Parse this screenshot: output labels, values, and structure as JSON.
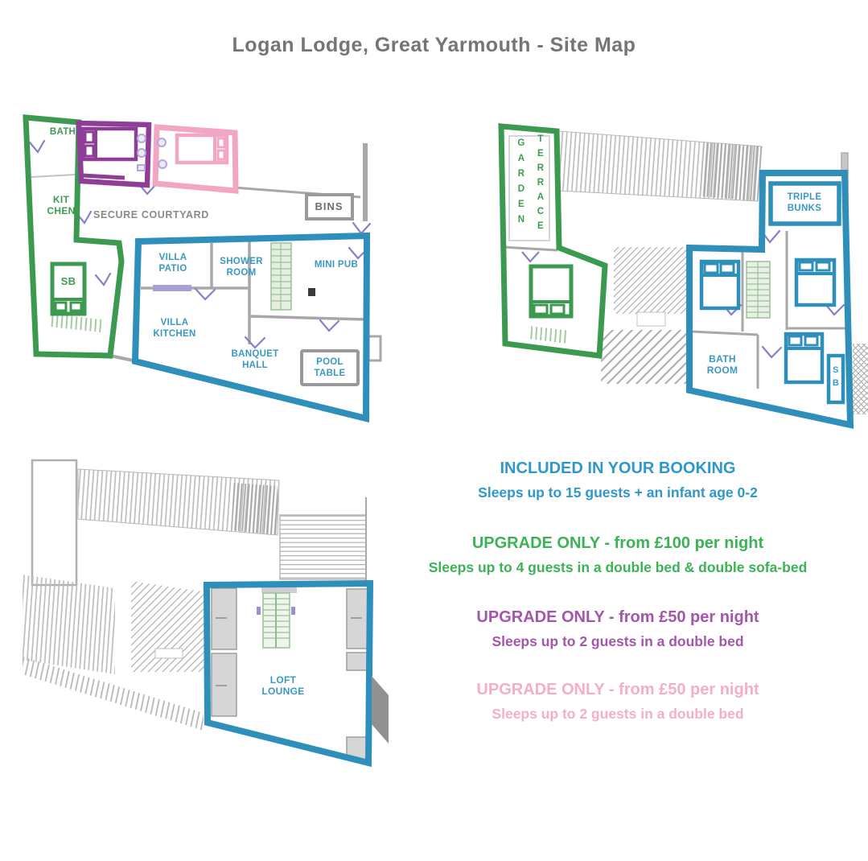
{
  "title": "Logan Lodge, Great Yarmouth - Site Map",
  "plans": {
    "ground_floor": {
      "bath": "BATH",
      "kitchen": "KIT CHEN",
      "sofa_bed": "SB",
      "courtyard": "SECURE COURTYARD",
      "bins": "BINS",
      "villa_patio": "VILLA PATIO",
      "shower_room": "SHOWER ROOM",
      "mini_pub": "MINI PUB",
      "villa_kitchen": "VILLA KITCHEN",
      "banquet_hall": "BANQUET HALL",
      "pool_table": "POOL TABLE"
    },
    "first_floor": {
      "garden": "GARDEN",
      "terrace": "TERRACE",
      "triple_bunks": "TRIPLE BUNKS",
      "bath_room": "BATH ROOM",
      "sofa_bed": "SB"
    },
    "loft": {
      "loft_lounge": "LOFT LOUNGE"
    }
  },
  "legend": {
    "included": {
      "heading": "INCLUDED IN YOUR BOOKING",
      "detail": "Sleeps up to 15 guests + an infant age 0-2",
      "color": "#2e97cc"
    },
    "upgrade_green": {
      "heading": "UPGRADE ONLY - from £100 per night",
      "detail": "Sleeps up to 4 guests in a double bed & double sofa-bed",
      "color": "#3cb257"
    },
    "upgrade_purple": {
      "heading": "UPGRADE ONLY - from £50 per night",
      "detail": "Sleeps up to 2 guests in a double bed",
      "color": "#a456ab"
    },
    "upgrade_pink": {
      "heading": "UPGRADE ONLY - from £50 per night",
      "detail": "Sleeps up to 2 guests in a double bed",
      "color": "#f4aeca"
    }
  },
  "zone_outline_colors": {
    "included_blue": "#2e8fba",
    "upgrade_green": "#3c9a50",
    "upgrade_purple": "#8e3e97",
    "upgrade_pink": "#f2a6c3"
  }
}
